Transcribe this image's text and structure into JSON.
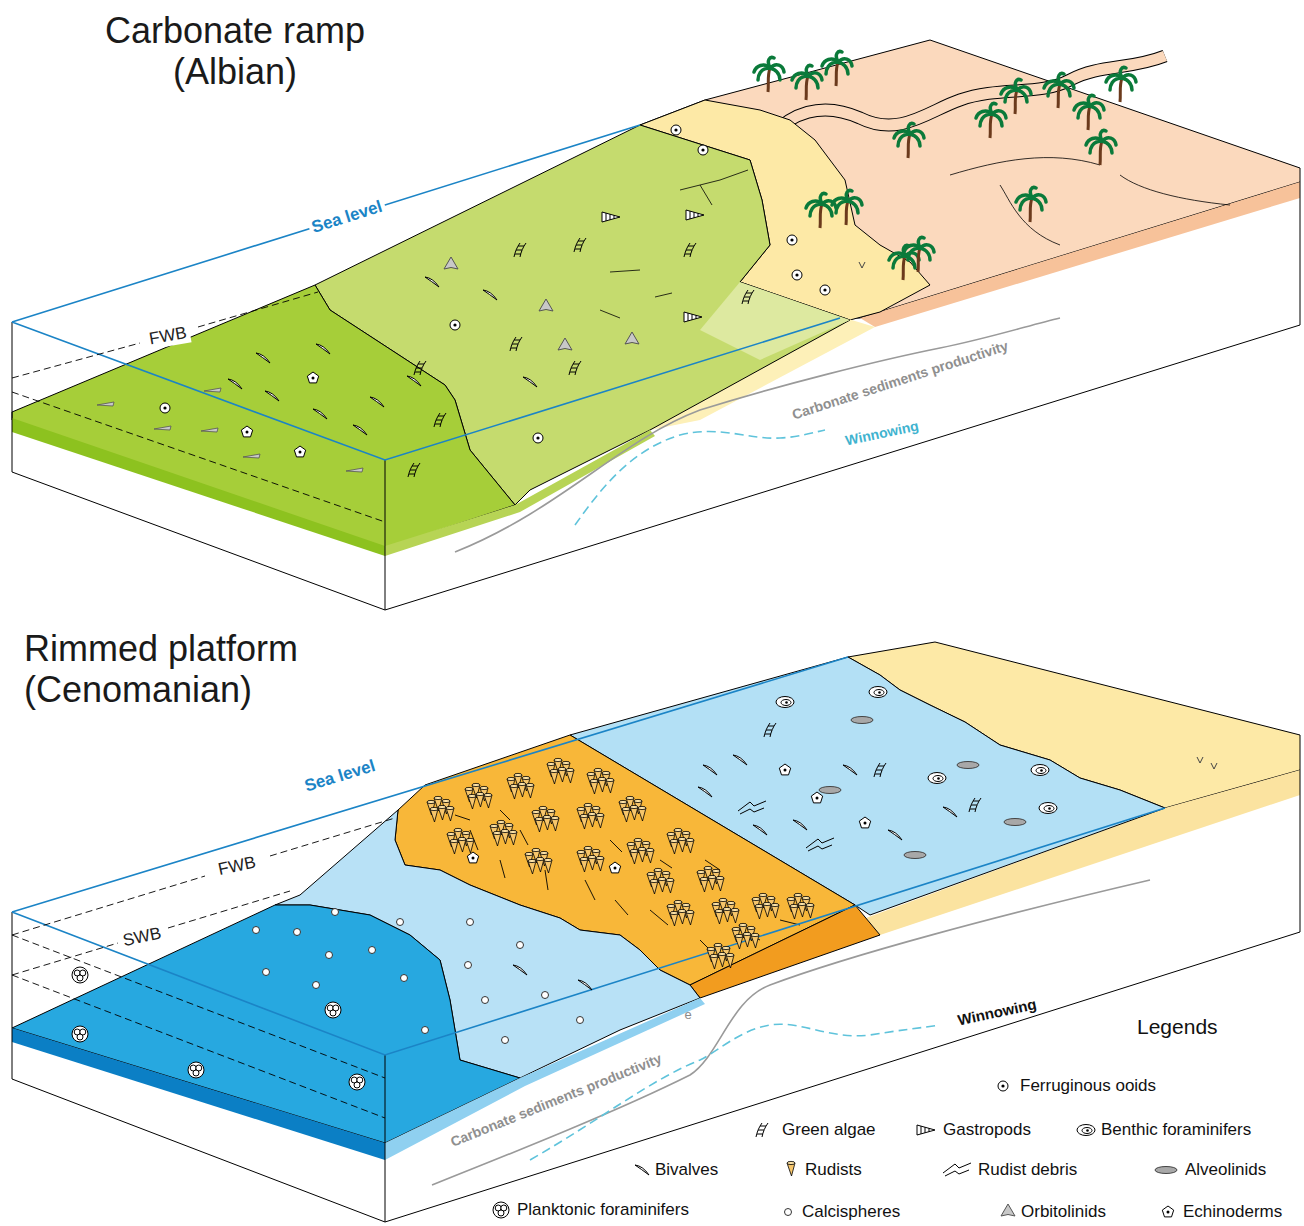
{
  "diagram": {
    "labels": [
      "Carbonate ramp (Albian)",
      "Sea level",
      "FWB",
      "Carbonate sediments productivity",
      "Winnowing",
      "Rimmed platform (Cenomanian)",
      "Sea level",
      "FWB",
      "SWB",
      "e",
      "Carbonate sediments productivity",
      "Winnowing",
      "Legends"
    ],
    "legend": [
      {
        "text": "Ferruginous ooids"
      },
      {
        "text": "Green algae"
      },
      {
        "text": "Gastropods"
      },
      {
        "text": "Benthic foraminifers"
      },
      {
        "text": "Bivalves"
      },
      {
        "text": "Rudists"
      },
      {
        "text": "Rudist debris"
      },
      {
        "text": "Alveolinids"
      },
      {
        "text": "Planktonic foraminifers"
      },
      {
        "text": "Calcispheres"
      },
      {
        "text": "Orbitolinids"
      },
      {
        "text": "Echinoderms"
      }
    ]
  }
}
